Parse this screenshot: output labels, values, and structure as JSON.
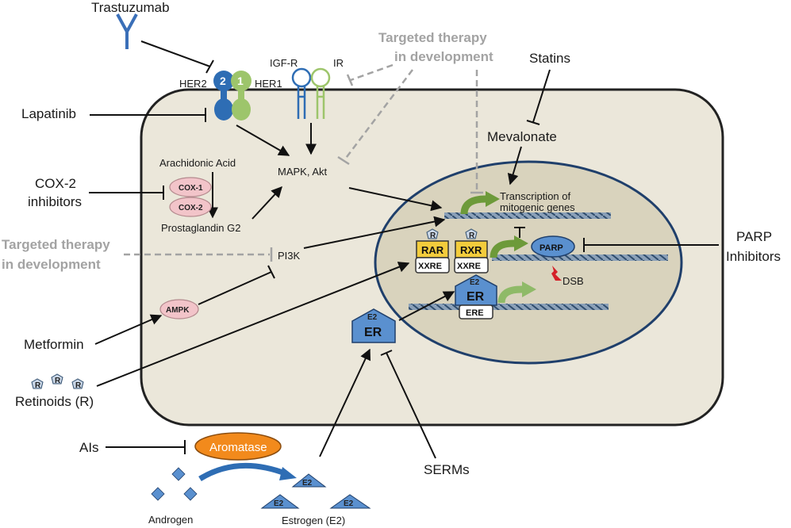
{
  "labels": {
    "trastuzumab": "Trastuzumab",
    "her2": "HER2",
    "her1": "HER1",
    "her2_num": "2",
    "her1_num": "1",
    "igfr": "IGF-R",
    "ir": "IR",
    "targeted_top_1": "Targeted therapy",
    "targeted_top_2": "in development",
    "statins": "Statins",
    "lapatinib": "Lapatinib",
    "mevalonate": "Mevalonate",
    "arachidonic_acid": "Arachidonic Acid",
    "cox2_inhibitors_1": "COX-2",
    "cox2_inhibitors_2": "inhibitors",
    "cox1": "COX-1",
    "cox2": "COX-2",
    "mapk_akt": "MAPK, Akt",
    "transcription_1": "Transcription of",
    "transcription_2": "mitogenic genes",
    "prostaglandin": "Prostaglandin G2",
    "targeted_mid_1": "Targeted therapy",
    "targeted_mid_2": "in development",
    "pi3k": "PI3K",
    "rar": "RAR",
    "rxr": "RXR",
    "xxre1": "XXRE",
    "xxre2": "XXRE",
    "r_small": "R",
    "parp": "PARP",
    "parp_inhibitors_1": "PARP",
    "parp_inhibitors_2": "Inhibitors",
    "dsb": "DSB",
    "e2": "E2",
    "er": "ER",
    "ere": "ERE",
    "ampk": "AMPK",
    "metformin": "Metformin",
    "retinoids": "Retinoids (R)",
    "ais": "AIs",
    "aromatase": "Aromatase",
    "serms": "SERMs",
    "androgen": "Androgen",
    "estrogen": "Estrogen (E2)"
  },
  "colors": {
    "cell_fill": "#ebe7da",
    "nucleus_fill": "#d9d3bd",
    "her2_blue": "#2e6db4",
    "her1_green": "#9dc56b",
    "gold_box": "#f3cc3c",
    "pink": "#f2c4c9",
    "orange": "#f28a1c",
    "green_arrow": "#6d9a3a",
    "gray_text": "#a3a3a3"
  }
}
